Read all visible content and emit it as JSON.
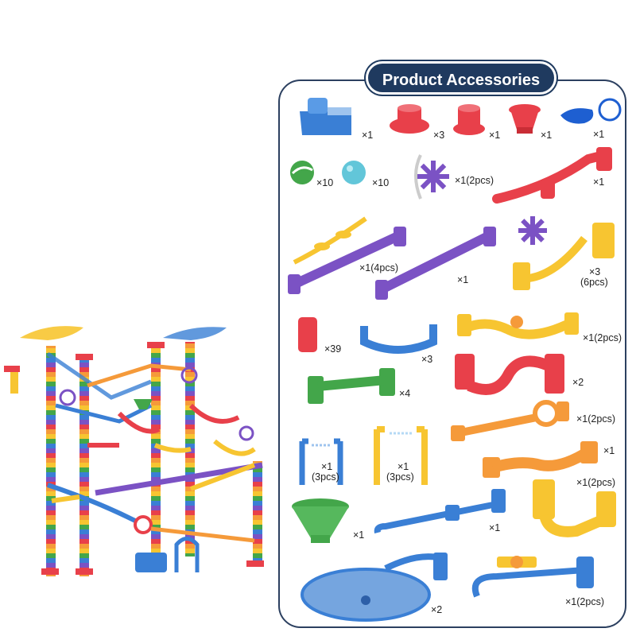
{
  "title": "Product Accessories",
  "colors": {
    "navy": "#1f3a5f",
    "blue": "#3a7fd5",
    "red": "#e8404a",
    "orange": "#f59a3a",
    "yellow": "#f7c531",
    "green": "#43a64a",
    "purple": "#7b52c4",
    "cyan": "#62c6d9"
  },
  "items": [
    {
      "name": "launcher-base",
      "qty": "×1"
    },
    {
      "name": "red-cap-low",
      "qty": "×3"
    },
    {
      "name": "red-cap-tall",
      "qty": "×1"
    },
    {
      "name": "red-funnel-cap",
      "qty": "×1"
    },
    {
      "name": "keychain-light",
      "qty": "×1"
    },
    {
      "name": "green-marble",
      "qty": "×10"
    },
    {
      "name": "cyan-marble",
      "qty": "×10"
    },
    {
      "name": "purple-wheel",
      "qty": "×1(2pcs)"
    },
    {
      "name": "red-slide",
      "qty": "×1"
    },
    {
      "name": "yellow-rail",
      "qty": "×1(4pcs)"
    },
    {
      "name": "purple-rail",
      "qty": "×1"
    },
    {
      "name": "yellow-wheel-slide",
      "qty": "×3",
      "qty2": "(6pcs)"
    },
    {
      "name": "red-tube",
      "qty": "×39"
    },
    {
      "name": "blue-u-track",
      "qty": "×3"
    },
    {
      "name": "yellow-wave-track",
      "qty": "×1(2pcs)"
    },
    {
      "name": "green-bridge",
      "qty": "×4"
    },
    {
      "name": "red-s-track",
      "qty": "×2"
    },
    {
      "name": "orange-loop-track",
      "qty": "×1(2pcs)"
    },
    {
      "name": "blue-stand",
      "qty": "×1",
      "qty2": "(3pcs)"
    },
    {
      "name": "yellow-stand",
      "qty": "×1",
      "qty2": "(3pcs)"
    },
    {
      "name": "orange-twist-track",
      "qty": "×1"
    },
    {
      "name": "yellow-turn-piece",
      "qty": "×1(2pcs)"
    },
    {
      "name": "green-funnel",
      "qty": "×1"
    },
    {
      "name": "blue-slide",
      "qty": "×1"
    },
    {
      "name": "blue-spiral-bowl",
      "qty": "×2"
    },
    {
      "name": "blue-wheel-track",
      "qty": "×1(2pcs)"
    }
  ]
}
